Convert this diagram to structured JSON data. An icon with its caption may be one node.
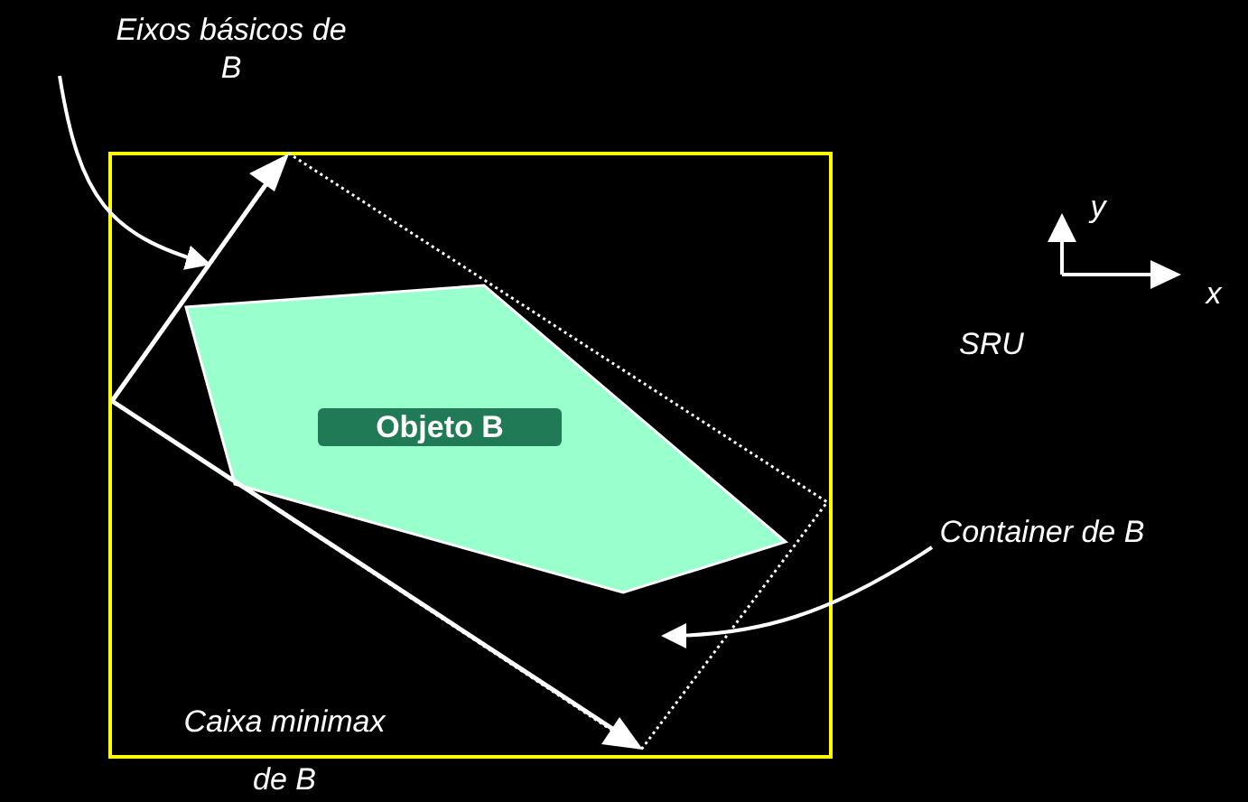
{
  "diagram": {
    "nodes": [
      {
        "text": [
          "Caixa minimax de B"
        ]
      },
      {
        "text": [
          "Objeto B"
        ],
        "in": 2
      },
      {
        "text": [],
        "shape": "box",
        "in": 0
      },
      {
        "text": [
          "Eixos básicos de B"
        ]
      },
      {
        "text": [
          "Container de B"
        ]
      }
    ],
    "edges": [
      {
        "from": 3,
        "to": 2,
        "arrow": "to"
      },
      {
        "from": 4,
        "to": 2,
        "arrow": "to"
      }
    ],
    "labels": [
      "y",
      "x",
      "SRU"
    ]
  }
}
